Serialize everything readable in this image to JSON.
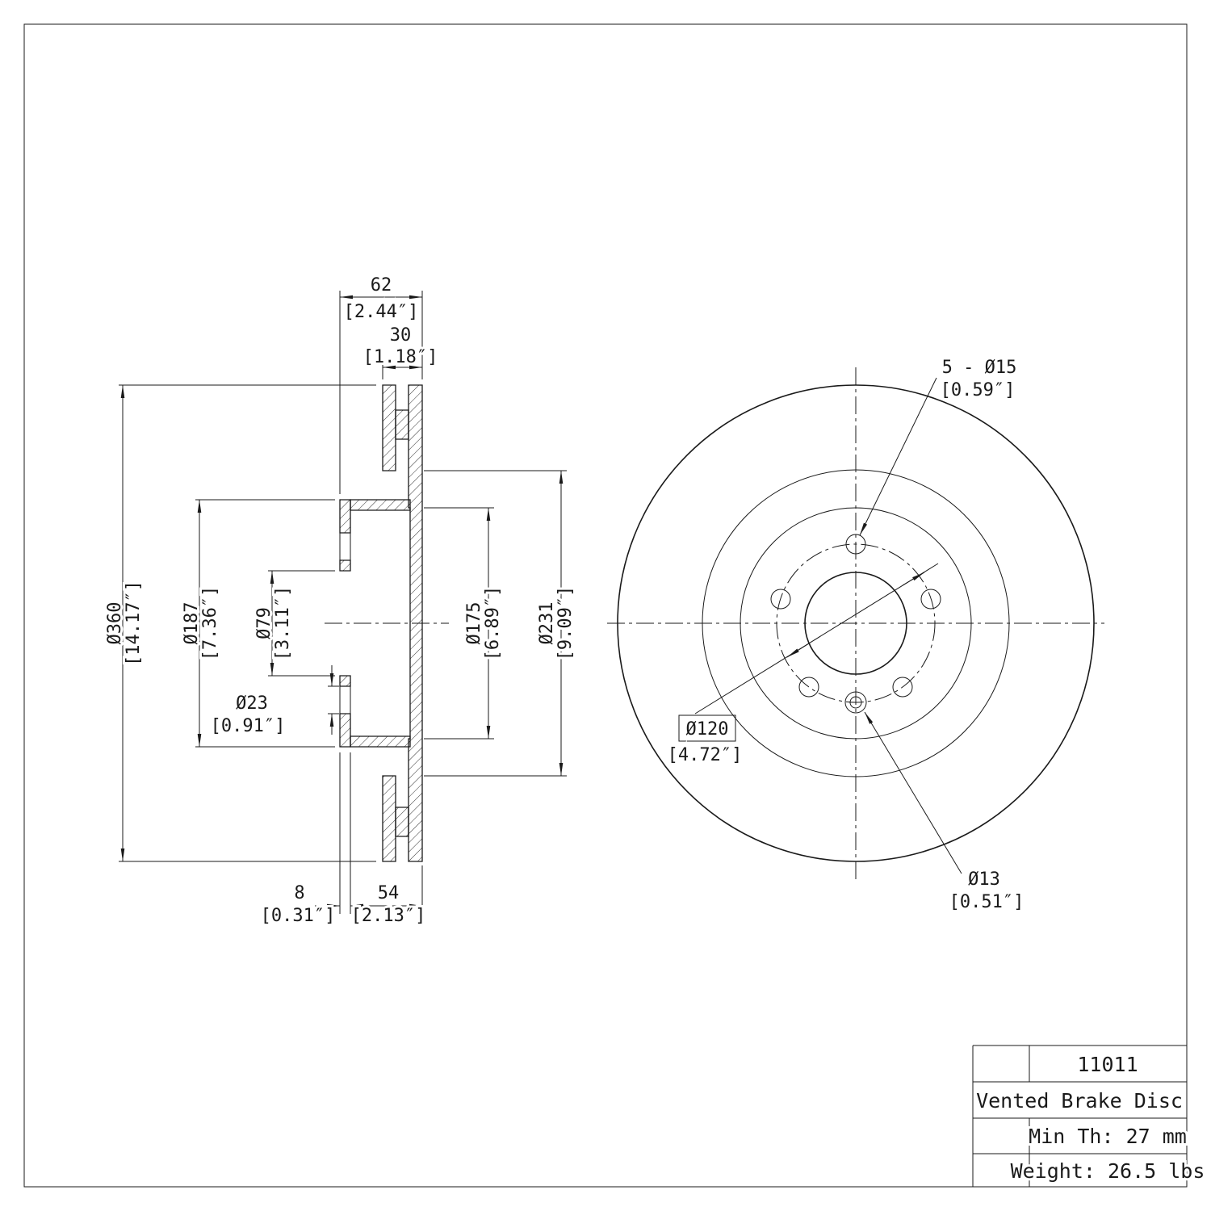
{
  "section": {
    "d62": {
      "mm": "62",
      "in": "[2.44″]"
    },
    "d30": {
      "mm": "30",
      "in": "[1.18″]"
    },
    "d360": {
      "mm": "Ø360",
      "in": "[14.17″]"
    },
    "d187": {
      "mm": "Ø187",
      "in": "[7.36″]"
    },
    "d79": {
      "mm": "Ø79",
      "in": "[3.11″]"
    },
    "d23": {
      "mm": "Ø23",
      "in": "[0.91″]"
    },
    "d175": {
      "mm": "Ø175",
      "in": "[6.89″]"
    },
    "d231": {
      "mm": "Ø231",
      "in": "[9.09″]"
    },
    "d8": {
      "mm": "8",
      "in": "[0.31″]"
    },
    "d54": {
      "mm": "54",
      "in": "[2.13″]"
    }
  },
  "front": {
    "bolt_holes": {
      "mm": "5 - Ø15",
      "in": "[0.59″]"
    },
    "bolt_circle": {
      "mm": "Ø120",
      "in": "[4.72″]"
    },
    "pin_hole": {
      "mm": "Ø13",
      "in": "[0.51″]"
    }
  },
  "title_block": {
    "part_number": "11011",
    "description": "Vented Brake Disc",
    "min_thickness": "Min Th: 27 mm",
    "weight": "Weight: 26.5 lbs"
  }
}
